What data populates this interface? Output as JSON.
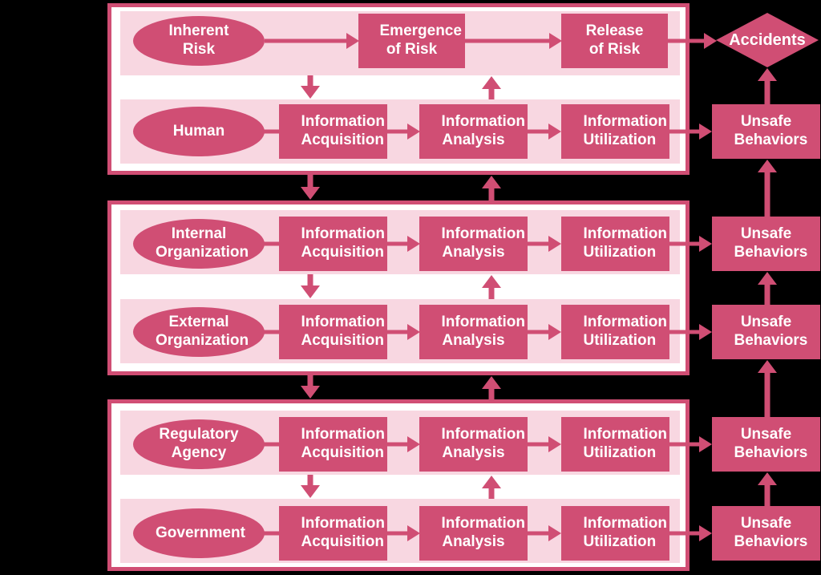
{
  "colors": {
    "accent": "#d04e74",
    "row_background": "#f8d7e1",
    "panel_background": "#ffffff",
    "canvas_background": "#000000",
    "label_text": "#ffffff"
  },
  "diagram": {
    "panels": [
      {
        "position": "top",
        "rows": [
          {
            "source": "Inherent Risk",
            "steps": [
              "Emergence of Risk",
              "Release of Risk"
            ],
            "outcome": "Accidents"
          },
          {
            "source": "Human",
            "steps": [
              "Information Acquisition",
              "Information Analysis",
              "Information Utilization"
            ],
            "outcome": "Unsafe Behaviors"
          }
        ]
      },
      {
        "position": "middle",
        "rows": [
          {
            "source": "Internal Organization",
            "steps": [
              "Information Acquisition",
              "Information Analysis",
              "Information Utilization"
            ],
            "outcome": "Unsafe Behaviors"
          },
          {
            "source": "External Organization",
            "steps": [
              "Information Acquisition",
              "Information Analysis",
              "Information Utilization"
            ],
            "outcome": "Unsafe Behaviors"
          }
        ]
      },
      {
        "position": "bottom",
        "rows": [
          {
            "source": "Regulatory Agency",
            "steps": [
              "Information Acquisition",
              "Information Analysis",
              "Information Utilization"
            ],
            "outcome": "Unsafe Behaviors"
          },
          {
            "source": "Government",
            "steps": [
              "Information Acquisition",
              "Information Analysis",
              "Information Utilization"
            ],
            "outcome": "Unsafe Behaviors"
          }
        ]
      }
    ]
  }
}
